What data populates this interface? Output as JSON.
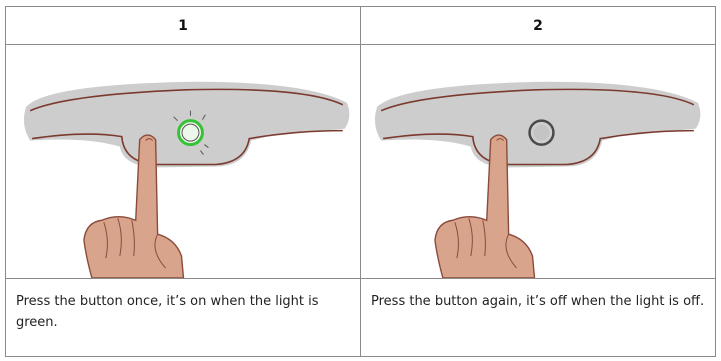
{
  "steps": [
    {
      "number": "1",
      "caption": "Press the button once, it’s on when the light is green.",
      "light_state": "on",
      "light_color": "#36c236"
    },
    {
      "number": "2",
      "caption": "Press the button again, it’s off when the light is off.",
      "light_state": "off",
      "light_color": "#c8c8c8"
    }
  ],
  "icons": {
    "finger": "finger-press-icon",
    "light_on": "green-light-icon",
    "light_off": "light-off-icon"
  },
  "colors": {
    "border": "#8a8a8a",
    "device_body": "#c9c9c9",
    "device_outline": "#7a3a2e",
    "hand_skin": "#d9a48c",
    "hand_outline": "#8b4b3c"
  }
}
